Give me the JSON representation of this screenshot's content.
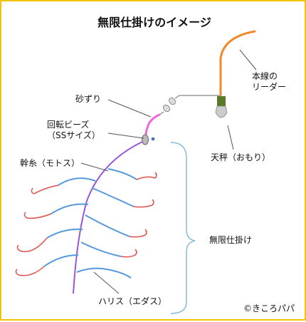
{
  "title": "無限仕掛けのイメージ",
  "labels": {
    "main_line_1": "本線の",
    "main_line_2": "リーダー",
    "sand_slide": "砂ずり",
    "beads_1": "回転ビーズ",
    "beads_2": "（SSサイズ）",
    "sinker": "天秤（おもり）",
    "trunk_line": "幹糸（モトス）",
    "infinite_rig": "無限仕掛け",
    "branch_line": "ハリス（エダス）",
    "credit": "©きころパパ"
  },
  "colors": {
    "frame": "#f2c400",
    "main_line": "#f08a2a",
    "trunk": "#9955dd",
    "sand_slide": "#ee66dd",
    "branches": "#5599dd",
    "hooks": "#e0504a",
    "sinker": "#5a7a28",
    "brace": "#88bbdd"
  }
}
